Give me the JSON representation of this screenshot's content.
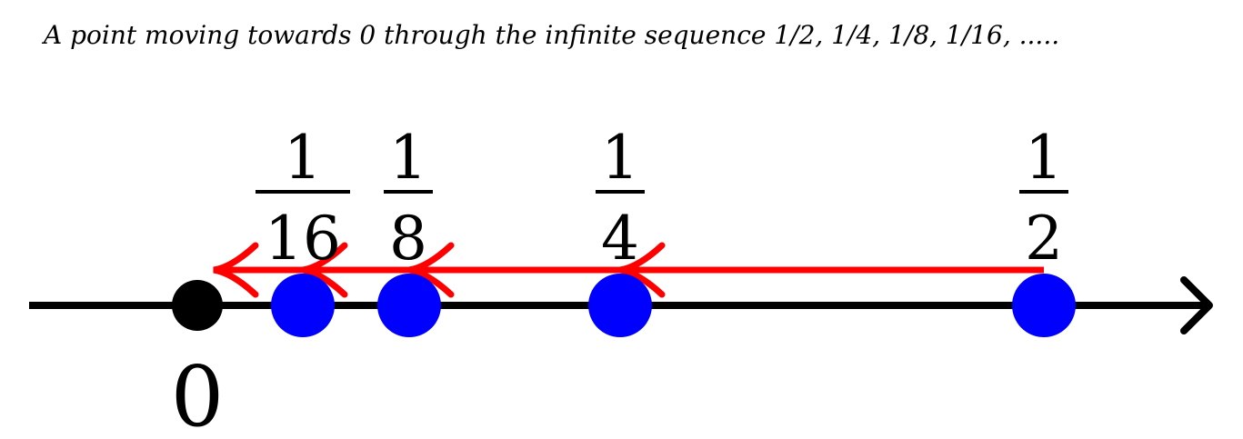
{
  "caption": "A point moving towards 0 through the infinite sequence 1/2, 1/4, 1/8, 1/16, .....",
  "colors": {
    "axis": "#000000",
    "origin_point": "#000000",
    "points": "#0000ff",
    "arrows": "#ff0000"
  },
  "origin": {
    "label": "0",
    "value": 0
  },
  "points": [
    {
      "value": 0.5,
      "num": "1",
      "den": "2"
    },
    {
      "value": 0.25,
      "num": "1",
      "den": "4"
    },
    {
      "value": 0.125,
      "num": "1",
      "den": "8"
    },
    {
      "value": 0.0625,
      "num": "1",
      "den": "16"
    }
  ],
  "jumps": [
    {
      "from": 0.5,
      "to": 0.25
    },
    {
      "from": 0.25,
      "to": 0.125
    },
    {
      "from": 0.125,
      "to": 0.0625
    },
    {
      "from": 0.0625,
      "to": 0
    }
  ]
}
